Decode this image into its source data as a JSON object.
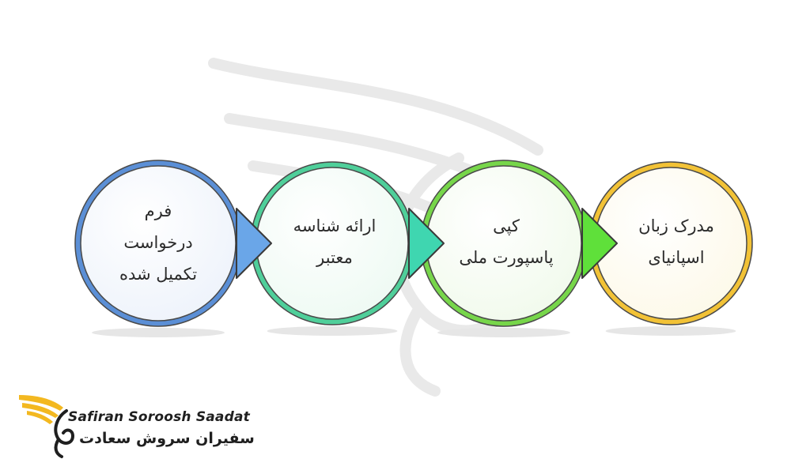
{
  "steps": [
    {
      "lines": [
        "فرم",
        "درخواست",
        "تکمیل شده"
      ],
      "ring_color": "#5b8fd6",
      "fill_color": "#eef3fb",
      "pointer_color": "#6aa6e8"
    },
    {
      "lines": [
        "ارائه  شناسه",
        "معتبر"
      ],
      "ring_color": "#4fcf9a",
      "fill_color": "#eefaf3",
      "pointer_color": "#3fd6b0"
    },
    {
      "lines": [
        "کپی",
        "پاسپورت ملی"
      ],
      "ring_color": "#77d64a",
      "fill_color": "#f1faec",
      "pointer_color": "#5fe03a"
    },
    {
      "lines": [
        "مدرک زبان",
        "اسپانیای"
      ],
      "ring_color": "#f2c236",
      "fill_color": "#fdf9e9",
      "pointer_color": null
    }
  ],
  "logo": {
    "english": "Safiran Soroosh Saadat",
    "persian": "سفیران سروش سعادت",
    "wing_color": "#f3b820",
    "text_color": "#1f1f1f",
    "icon": "winged-swan-logo-icon"
  },
  "watermark": {
    "icon": "winged-swan-watermark-icon"
  }
}
